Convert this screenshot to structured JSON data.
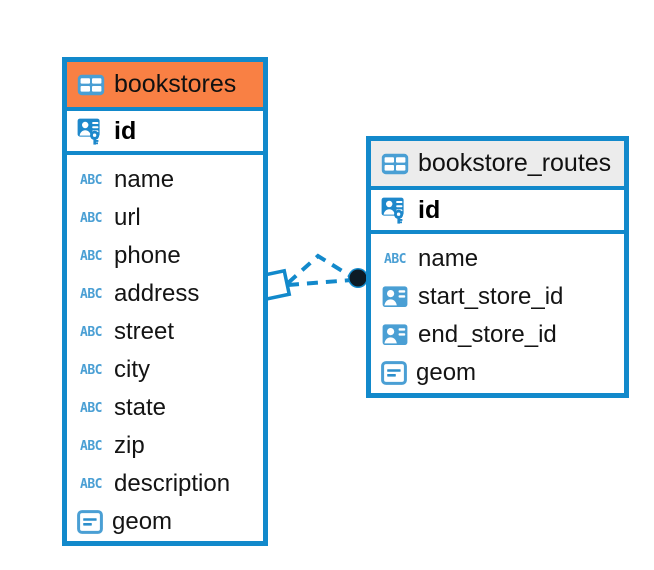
{
  "diagram": {
    "type": "entity-relationship-diagram",
    "background": "#ffffff",
    "accent_color": "#1289cb",
    "highlight_color": "#f98044",
    "header_plain_color": "#ececec"
  },
  "entities": [
    {
      "name": "bookstores",
      "header_style": "accent",
      "table_icon": "table-icon",
      "primary_key": {
        "label": "id",
        "icon": "primary-key-icon"
      },
      "fields": [
        {
          "label": "name",
          "icon": "abc-icon",
          "type": "text"
        },
        {
          "label": "url",
          "icon": "abc-icon",
          "type": "text"
        },
        {
          "label": "phone",
          "icon": "abc-icon",
          "type": "text"
        },
        {
          "label": "address",
          "icon": "abc-icon",
          "type": "text"
        },
        {
          "label": "street",
          "icon": "abc-icon",
          "type": "text"
        },
        {
          "label": "city",
          "icon": "abc-icon",
          "type": "text"
        },
        {
          "label": "state",
          "icon": "abc-icon",
          "type": "text"
        },
        {
          "label": "zip",
          "icon": "abc-icon",
          "type": "text"
        },
        {
          "label": "description",
          "icon": "abc-icon",
          "type": "text"
        },
        {
          "label": "geom",
          "icon": "geometry-icon",
          "type": "geometry"
        }
      ]
    },
    {
      "name": "bookstore_routes",
      "header_style": "plain",
      "table_icon": "table-icon",
      "primary_key": {
        "label": "id",
        "icon": "primary-key-icon"
      },
      "fields": [
        {
          "label": "name",
          "icon": "abc-icon",
          "type": "text"
        },
        {
          "label": "start_store_id",
          "icon": "foreign-key-icon",
          "type": "relation"
        },
        {
          "label": "end_store_id",
          "icon": "foreign-key-icon",
          "type": "relation"
        },
        {
          "label": "geom",
          "icon": "geometry-icon",
          "type": "geometry"
        }
      ]
    }
  ],
  "relationship": {
    "style": "dashed",
    "color": "#1289cb",
    "source_marker": "diamond",
    "target_marker": "filled-circle",
    "branches": 2
  }
}
